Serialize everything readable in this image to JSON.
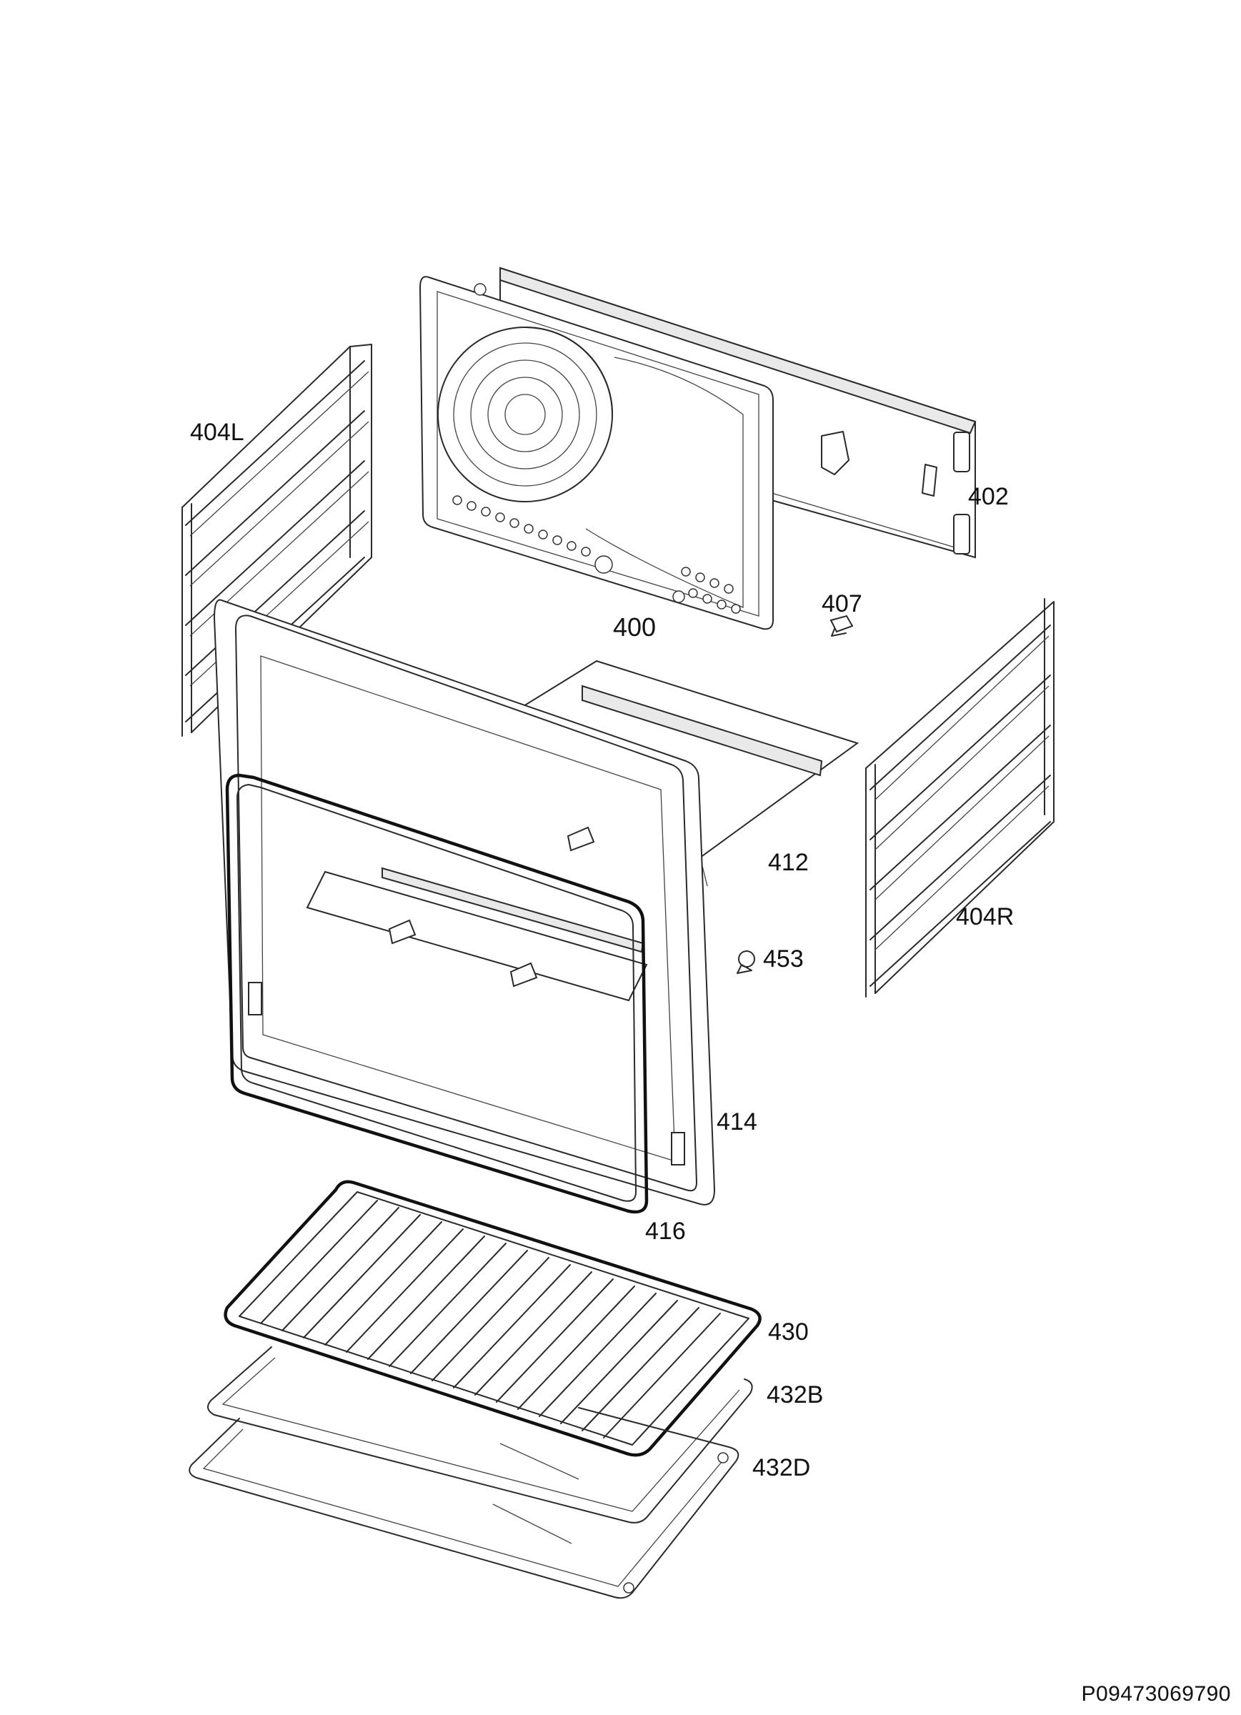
{
  "labels": {
    "p400": "400",
    "p402": "402",
    "p404L": "404L",
    "p404R": "404R",
    "p407": "407",
    "p412": "412",
    "p414": "414",
    "p416": "416",
    "p430": "430",
    "p432B": "432B",
    "p432D": "432D",
    "p453": "453"
  },
  "document_code": "P09473069790"
}
